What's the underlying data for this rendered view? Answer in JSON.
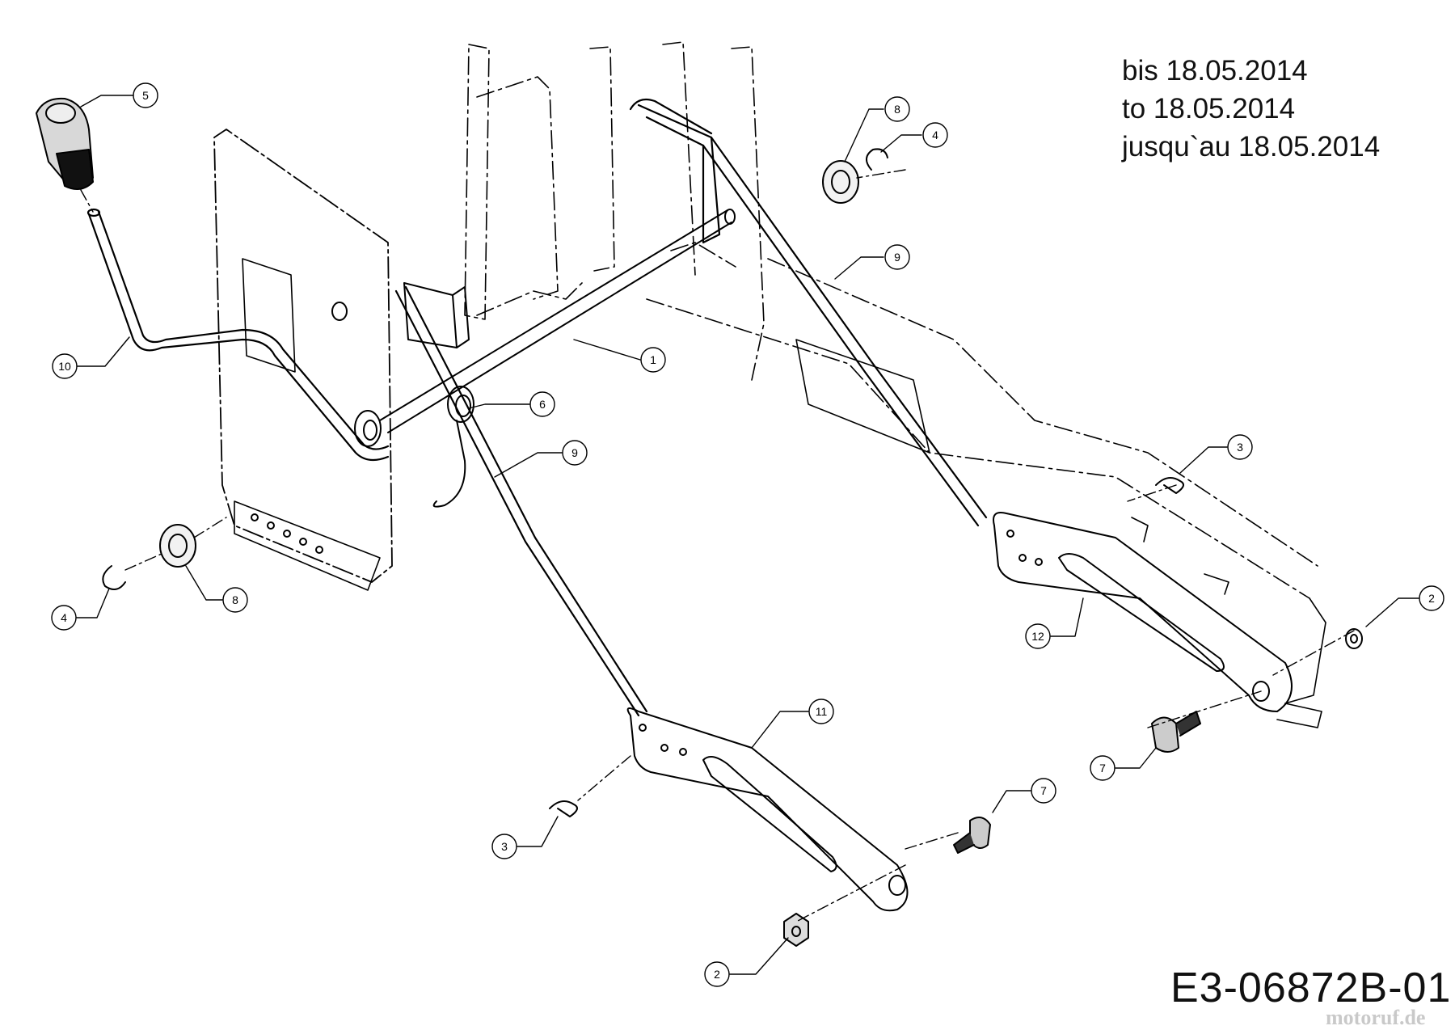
{
  "validity": {
    "line_de": "bis 18.05.2014",
    "line_en": "to 18.05.2014",
    "line_fr": "jusqu`au 18.05.2014"
  },
  "drawing_number": "E3-06872B-01",
  "watermark": "motoruf.de",
  "callouts": [
    {
      "id": "c5-top",
      "number": "5",
      "part": "handle-knob"
    },
    {
      "id": "c8-top",
      "number": "8",
      "part": "flange-bushing"
    },
    {
      "id": "c4-top",
      "number": "4",
      "part": "e-clip"
    },
    {
      "id": "c9-top",
      "number": "9",
      "part": "lift-link-rod"
    },
    {
      "id": "c1",
      "number": "1",
      "part": "lift-shaft"
    },
    {
      "id": "c10",
      "number": "10",
      "part": "lift-handle"
    },
    {
      "id": "c6",
      "number": "6",
      "part": "spring"
    },
    {
      "id": "c9-mid",
      "number": "9",
      "part": "lift-link-rod"
    },
    {
      "id": "c3-right",
      "number": "3",
      "part": "hairpin-clip"
    },
    {
      "id": "c2-right",
      "number": "2",
      "part": "flange-nut"
    },
    {
      "id": "c12",
      "number": "12",
      "part": "lift-arm-right"
    },
    {
      "id": "c7-right",
      "number": "7",
      "part": "shoulder-bolt"
    },
    {
      "id": "c11",
      "number": "11",
      "part": "lift-arm-left"
    },
    {
      "id": "c7-mid",
      "number": "7",
      "part": "shoulder-bolt"
    },
    {
      "id": "c3-left",
      "number": "3",
      "part": "hairpin-clip"
    },
    {
      "id": "c2-bottom",
      "number": "2",
      "part": "flange-nut"
    },
    {
      "id": "c8-left",
      "number": "8",
      "part": "flange-bushing"
    },
    {
      "id": "c4-left",
      "number": "4",
      "part": "e-clip"
    }
  ]
}
